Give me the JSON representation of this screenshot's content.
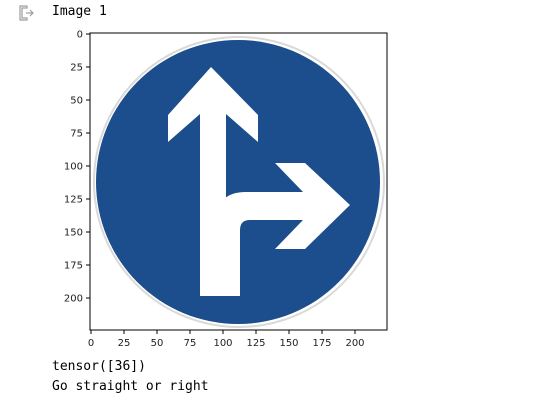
{
  "output": {
    "icon": "output-arrow-icon",
    "title": "Image 1"
  },
  "figure": {
    "x_ticks": [
      "0",
      "25",
      "50",
      "75",
      "100",
      "125",
      "150",
      "175",
      "200"
    ],
    "y_ticks": [
      "0",
      "25",
      "50",
      "75",
      "100",
      "125",
      "150",
      "175",
      "200"
    ],
    "image_content": "traffic sign: straight-or-right arrow",
    "sign_color": "#1c4d8c",
    "arrow_color": "#ffffff"
  },
  "result": {
    "tensor_text": "tensor([36])",
    "label_text": "Go straight or right"
  }
}
